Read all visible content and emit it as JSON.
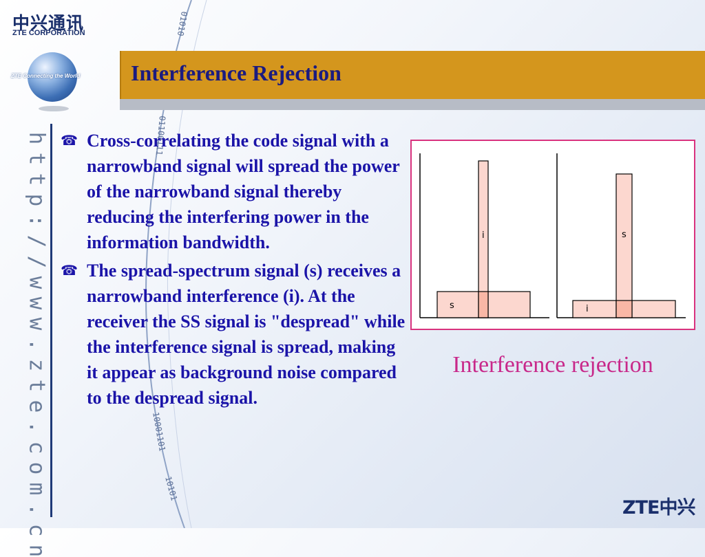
{
  "brand": {
    "company_cn": "中兴通讯",
    "company_en": "ZTE CORPORATION",
    "tagline": "ZTE Connecting the World",
    "footer_logo": "ZTE中兴",
    "url": "http://www.zte.com.cn",
    "colors": {
      "title_bar": "#d4961d",
      "title_text": "#1b1b80",
      "body_text": "#1b14a8",
      "caption": "#c8288a",
      "figure_border": "#d9327e",
      "bar_fill": "#fcd7cf",
      "overlap_fill": "#f9b7a6"
    }
  },
  "slide": {
    "title": "Interference Rejection",
    "bullet_icon": "telephone-icon",
    "bullets": [
      {
        "icon": "telephone-icon",
        "text": "Cross-correlating the code signal with a narrowband signal will spread the power of the narrowband signal thereby reducing the interfering power in the information bandwidth."
      },
      {
        "icon": "telephone-icon",
        "text": "The spread-spectrum signal (s) receives a narrowband interference (i). At the receiver the SS signal is \"despread\" while the interference signal is spread, making it appear as background noise compared to the despread signal."
      }
    ]
  },
  "figure": {
    "caption": "Interference rejection",
    "panels": [
      {
        "wide_label": "s",
        "narrow_label": "i"
      },
      {
        "wide_label": "i",
        "narrow_label": "s"
      }
    ]
  },
  "decor": {
    "binary_strings": [
      "01010",
      "1010010",
      "01100111",
      "10001101",
      "10101"
    ]
  }
}
